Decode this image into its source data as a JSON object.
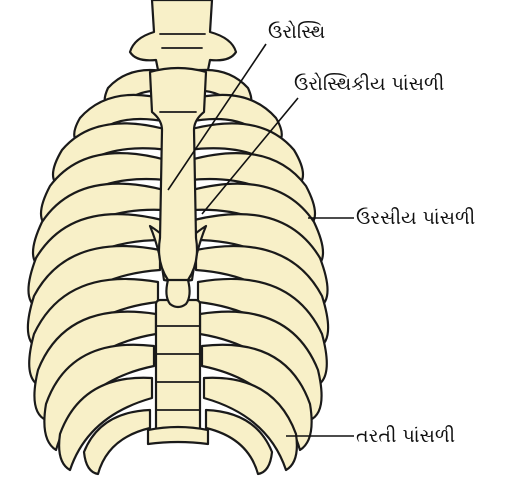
{
  "colors": {
    "bone_fill": "#f8f0c8",
    "outline": "#1a1a1a",
    "background": "#ffffff"
  },
  "labels": {
    "sternum": "ઉરોસ્થિ",
    "sternal_ribs": "ઉરોસ્થિકીય પાંસળી",
    "thoracic_ribs": "ઉરસીય પાંસળી",
    "floating_ribs": "તરતી પાંસળી"
  }
}
